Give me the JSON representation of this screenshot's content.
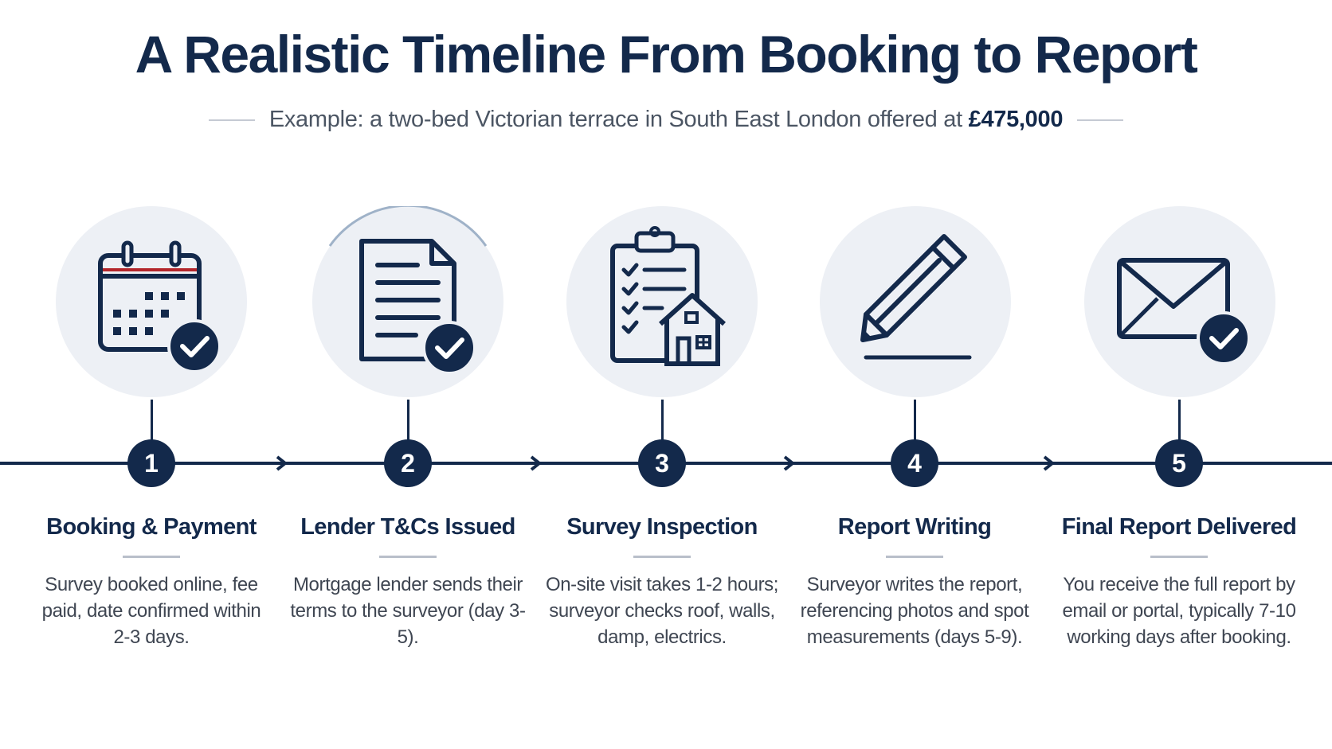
{
  "title": "A Realistic Timeline From Booking to Report",
  "subtitle": {
    "text": "Example: a two-bed Victorian terrace in South East London offered at",
    "price": "£475,000"
  },
  "colors": {
    "navy": "#13294b",
    "circle_bg": "#edf0f5",
    "accent_red": "#b3262b"
  },
  "steps": [
    {
      "number": "1",
      "icon": "calendar-check-icon",
      "title": "Booking & Payment",
      "description": "Survey booked online, fee paid, date confirmed within 2-3 days."
    },
    {
      "number": "2",
      "icon": "document-check-icon",
      "title": "Lender T&Cs Issued",
      "description": "Mortgage lender sends their terms to the surveyor (day 3-5)."
    },
    {
      "number": "3",
      "icon": "clipboard-house-icon",
      "title": "Survey Inspection",
      "description": "On-site visit takes 1-2 hours; surveyor checks roof, walls, damp, electrics."
    },
    {
      "number": "4",
      "icon": "pencil-icon",
      "title": "Report Writing",
      "description": "Surveyor writes the report, referencing photos and spot measurements (days 5-9)."
    },
    {
      "number": "5",
      "icon": "envelope-check-icon",
      "title": "Final Report Delivered",
      "description": "You receive the full report by email or portal, typically 7-10 working days after booking."
    }
  ]
}
